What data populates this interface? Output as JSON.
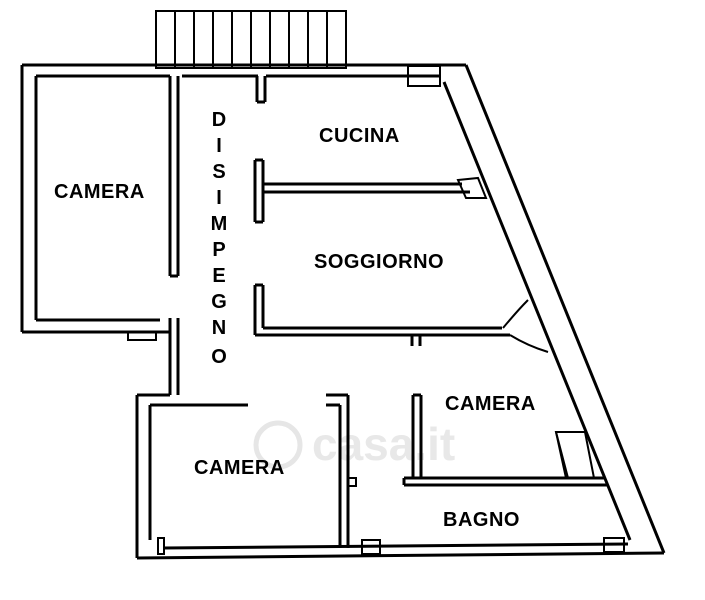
{
  "watermark": "casa.it",
  "rooms": {
    "camera_left": "CAMERA",
    "cucina": "CUCINA",
    "soggiorno": "SOGGIORNO",
    "camera_right": "CAMERA",
    "camera_bottom": "CAMERA",
    "bagno": "BAGNO"
  },
  "disimpegno_letters": [
    "D",
    "I",
    "S",
    "I",
    "M",
    "P",
    "E",
    "G",
    "N",
    "O"
  ],
  "colors": {
    "wall": "#000000",
    "background": "#ffffff",
    "watermark": "#e8e8e8"
  }
}
